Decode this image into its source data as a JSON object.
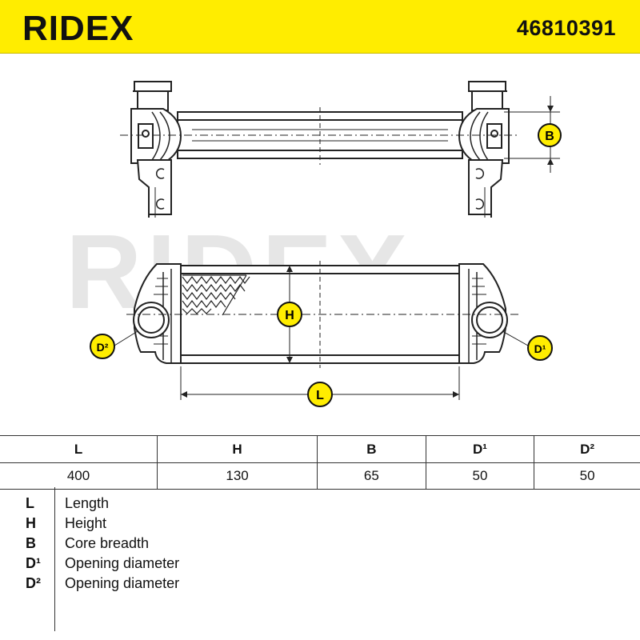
{
  "header": {
    "brand": "RIDEX",
    "part_number": "46810391",
    "color": "#ffed00"
  },
  "drawing": {
    "watermark": "RIDEX",
    "labels": {
      "B": "B",
      "H": "H",
      "L": "L",
      "D1": "D¹",
      "D2": "D²"
    }
  },
  "table": {
    "headers": [
      "L",
      "H",
      "B",
      "D¹",
      "D²"
    ],
    "values": [
      "400",
      "130",
      "65",
      "50",
      "50"
    ]
  },
  "legend": [
    {
      "key": "L",
      "desc": "Length"
    },
    {
      "key": "H",
      "desc": "Height"
    },
    {
      "key": "B",
      "desc": "Core breadth"
    },
    {
      "key": "D¹",
      "desc": "Opening diameter"
    },
    {
      "key": "D²",
      "desc": "Opening diameter"
    }
  ]
}
